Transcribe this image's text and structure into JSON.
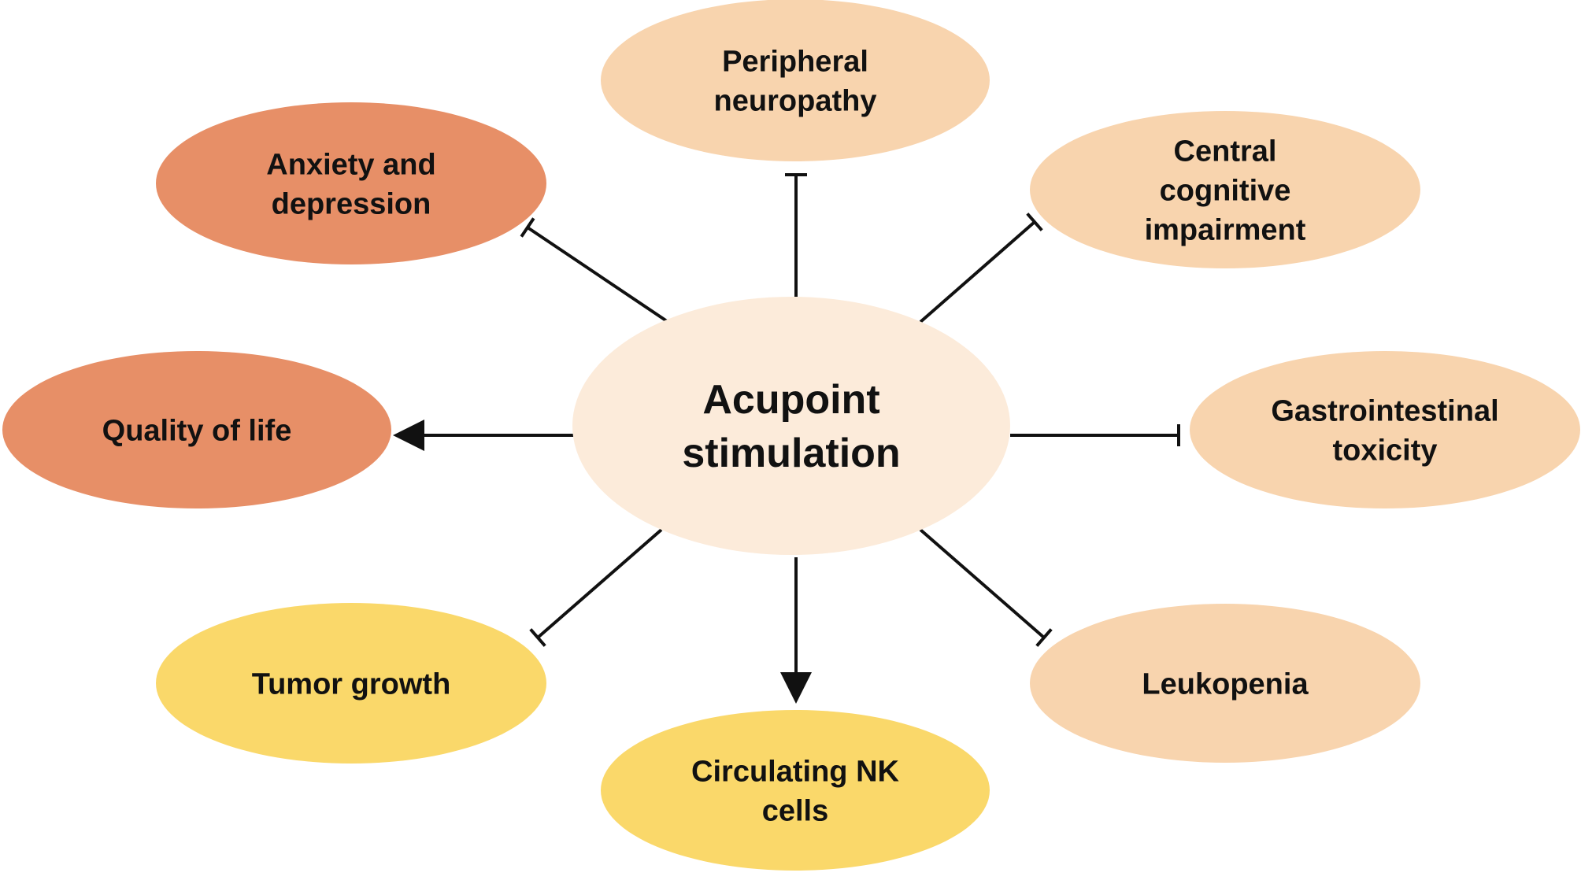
{
  "center": {
    "id": "acupoint",
    "lines": [
      "Acupoint",
      "stimulation"
    ],
    "color": "#FCEBDA"
  },
  "nodes": [
    {
      "id": "peripheral-neuropathy",
      "lines": [
        "Peripheral",
        "neuropathy"
      ],
      "color": "#F8D4AE",
      "effect": "inhibits"
    },
    {
      "id": "anxiety-depression",
      "lines": [
        "Anxiety and",
        "depression"
      ],
      "color": "#E78F67",
      "effect": "inhibits"
    },
    {
      "id": "central-cognitive-impairment",
      "lines": [
        "Central",
        "cognitive",
        "impairment"
      ],
      "color": "#F8D4AE",
      "effect": "inhibits"
    },
    {
      "id": "quality-of-life",
      "lines": [
        "Quality of life"
      ],
      "color": "#E78F67",
      "effect": "promotes"
    },
    {
      "id": "gastrointestinal-toxicity",
      "lines": [
        "Gastrointestinal",
        "toxicity"
      ],
      "color": "#F8D4AE",
      "effect": "inhibits"
    },
    {
      "id": "tumor-growth",
      "lines": [
        "Tumor growth"
      ],
      "color": "#FAD86A",
      "effect": "inhibits"
    },
    {
      "id": "leukopenia",
      "lines": [
        "Leukopenia"
      ],
      "color": "#F8D4AE",
      "effect": "inhibits"
    },
    {
      "id": "circulating-nk-cells",
      "lines": [
        "Circulating NK",
        "cells"
      ],
      "color": "#FAD86A",
      "effect": "promotes"
    }
  ]
}
